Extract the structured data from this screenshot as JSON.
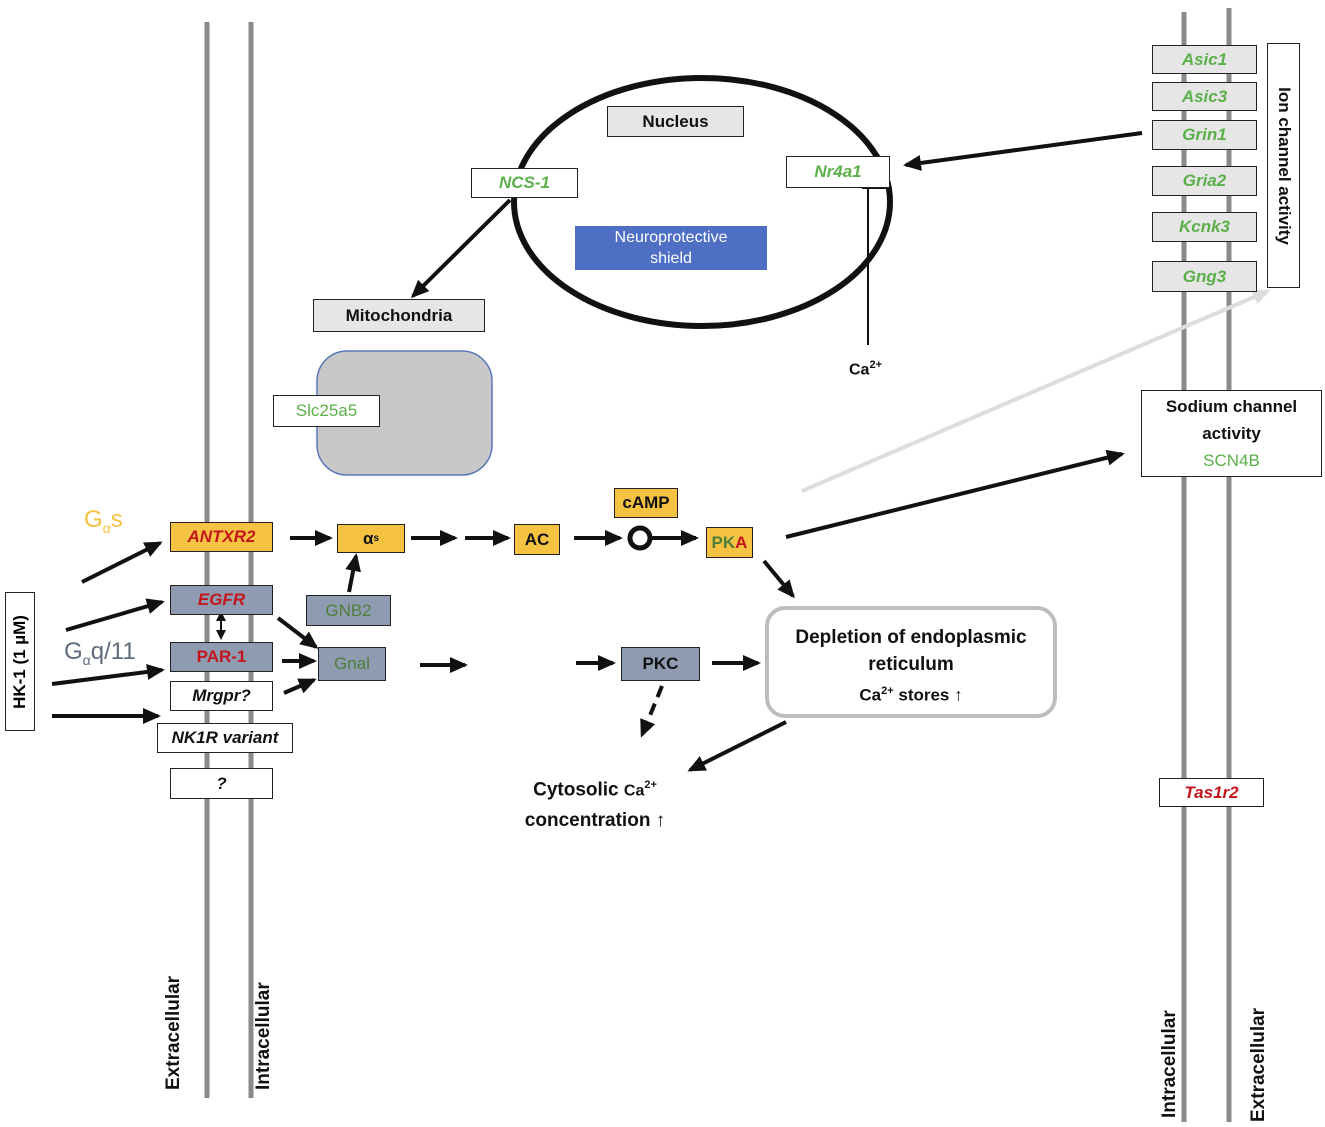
{
  "membrane_labels": {
    "left_outer": "Extracellular",
    "left_inner": "Intracellular",
    "right_inner": "Intracellular",
    "right_outer": "Extracellular"
  },
  "stimulus": "HK-1 (1 µM)",
  "g_proteins": {
    "gas": "G",
    "gas_sub": "α",
    "gas_tail": "s",
    "gaq": "G",
    "gaq_sub": "α",
    "gaq_tail": "q/11"
  },
  "receptors": {
    "antxr2": "ANTXR2",
    "egfr": "EGFR",
    "par1": "PAR-1",
    "mrgpr": "Mrgpr?",
    "nk1r": "NK1R variant",
    "unknown": "?"
  },
  "signaling": {
    "alpha": "α",
    "alpha_sub": "s",
    "gnb2": "GNB2",
    "gnal": "Gnal",
    "ac": "AC",
    "camp": "cAMP",
    "pka_pk": "PK",
    "pka_a": "A",
    "pkc": "PKC"
  },
  "organelles": {
    "nucleus": "Nucleus",
    "ncs1": "NCS-1",
    "nr4a1": "Nr4a1",
    "shield_line1": "Neuroprotective",
    "shield_line2": "shield",
    "mitochondria": "Mitochondria",
    "slc25a5": "Slc25a5",
    "ca_ion": "Ca",
    "ca_charge": "2+"
  },
  "depletion": {
    "line1": "Depletion of endoplasmic",
    "line2": "reticulum",
    "line3_pre": "Ca",
    "line3_sup": "2+",
    "line3_post": " stores ↑"
  },
  "cytosolic": {
    "line1_pre": "Cytosolic ",
    "line1_ca": "Ca",
    "line1_sup": "2+",
    "line2": "concentration ↑"
  },
  "ion_channels": {
    "genes": [
      "Asic1",
      "Asic3",
      "Grin1",
      "Gria2",
      "Kcnk3",
      "Gng3"
    ],
    "label": "Ion channel activity"
  },
  "sodium": {
    "line1": "Sodium channel",
    "line2": "activity",
    "gene": "SCN4B"
  },
  "tas1r2": "Tas1r2",
  "colors": {
    "green": "#5bb04a",
    "red": "#c4151c",
    "yellow": "#f5c242",
    "slate": "#8f9bb0",
    "blue": "#4f6fc4",
    "membrane": "#888888"
  }
}
